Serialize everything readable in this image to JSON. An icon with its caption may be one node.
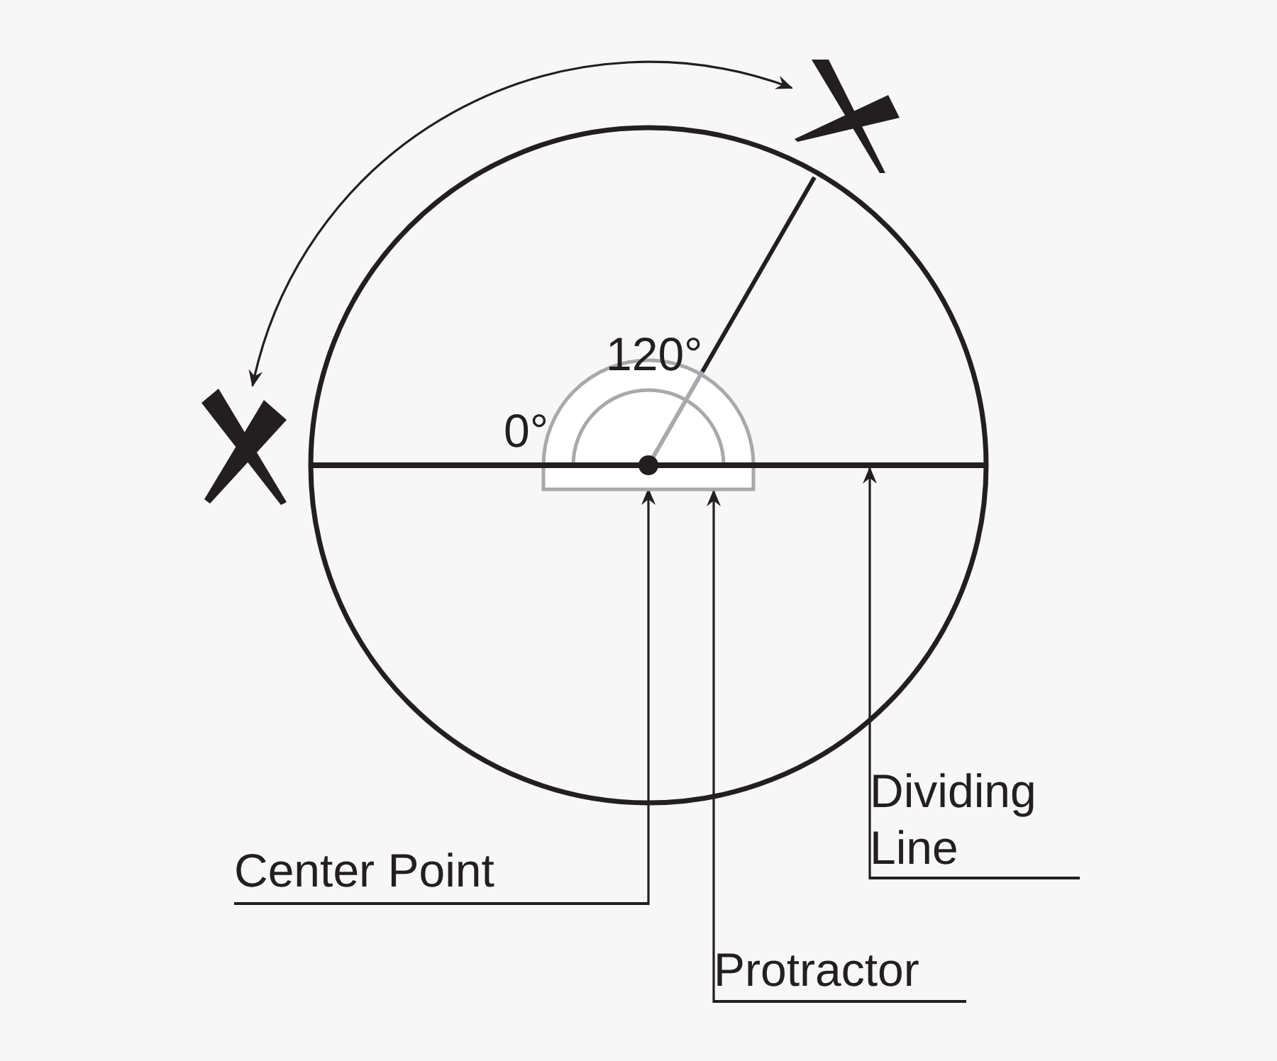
{
  "diagram": {
    "nodes": [
      {
        "text": [
          "Center Point"
        ]
      },
      {
        "text": [
          "Protractor"
        ]
      },
      {
        "text": [
          "Dividing Line"
        ]
      },
      {
        "text": [],
        "shape": "circle",
        "in": 4
      },
      {
        "text": [],
        "shape": "picture"
      },
      {
        "text": [],
        "shape": "bar"
      },
      {
        "text": [],
        "shape": "picture"
      },
      {
        "text": [],
        "shape": "picture"
      }
    ],
    "edges": [
      {
        "from": 0,
        "to": 3,
        "arrow": "to"
      },
      {
        "from": 1,
        "to": 4,
        "arrow": "to"
      },
      {
        "from": 2,
        "to": 5,
        "arrow": "to"
      },
      {
        "from": 6,
        "to": 7,
        "arrow": "both"
      }
    ],
    "labels": [
      "120°",
      "0°"
    ]
  }
}
